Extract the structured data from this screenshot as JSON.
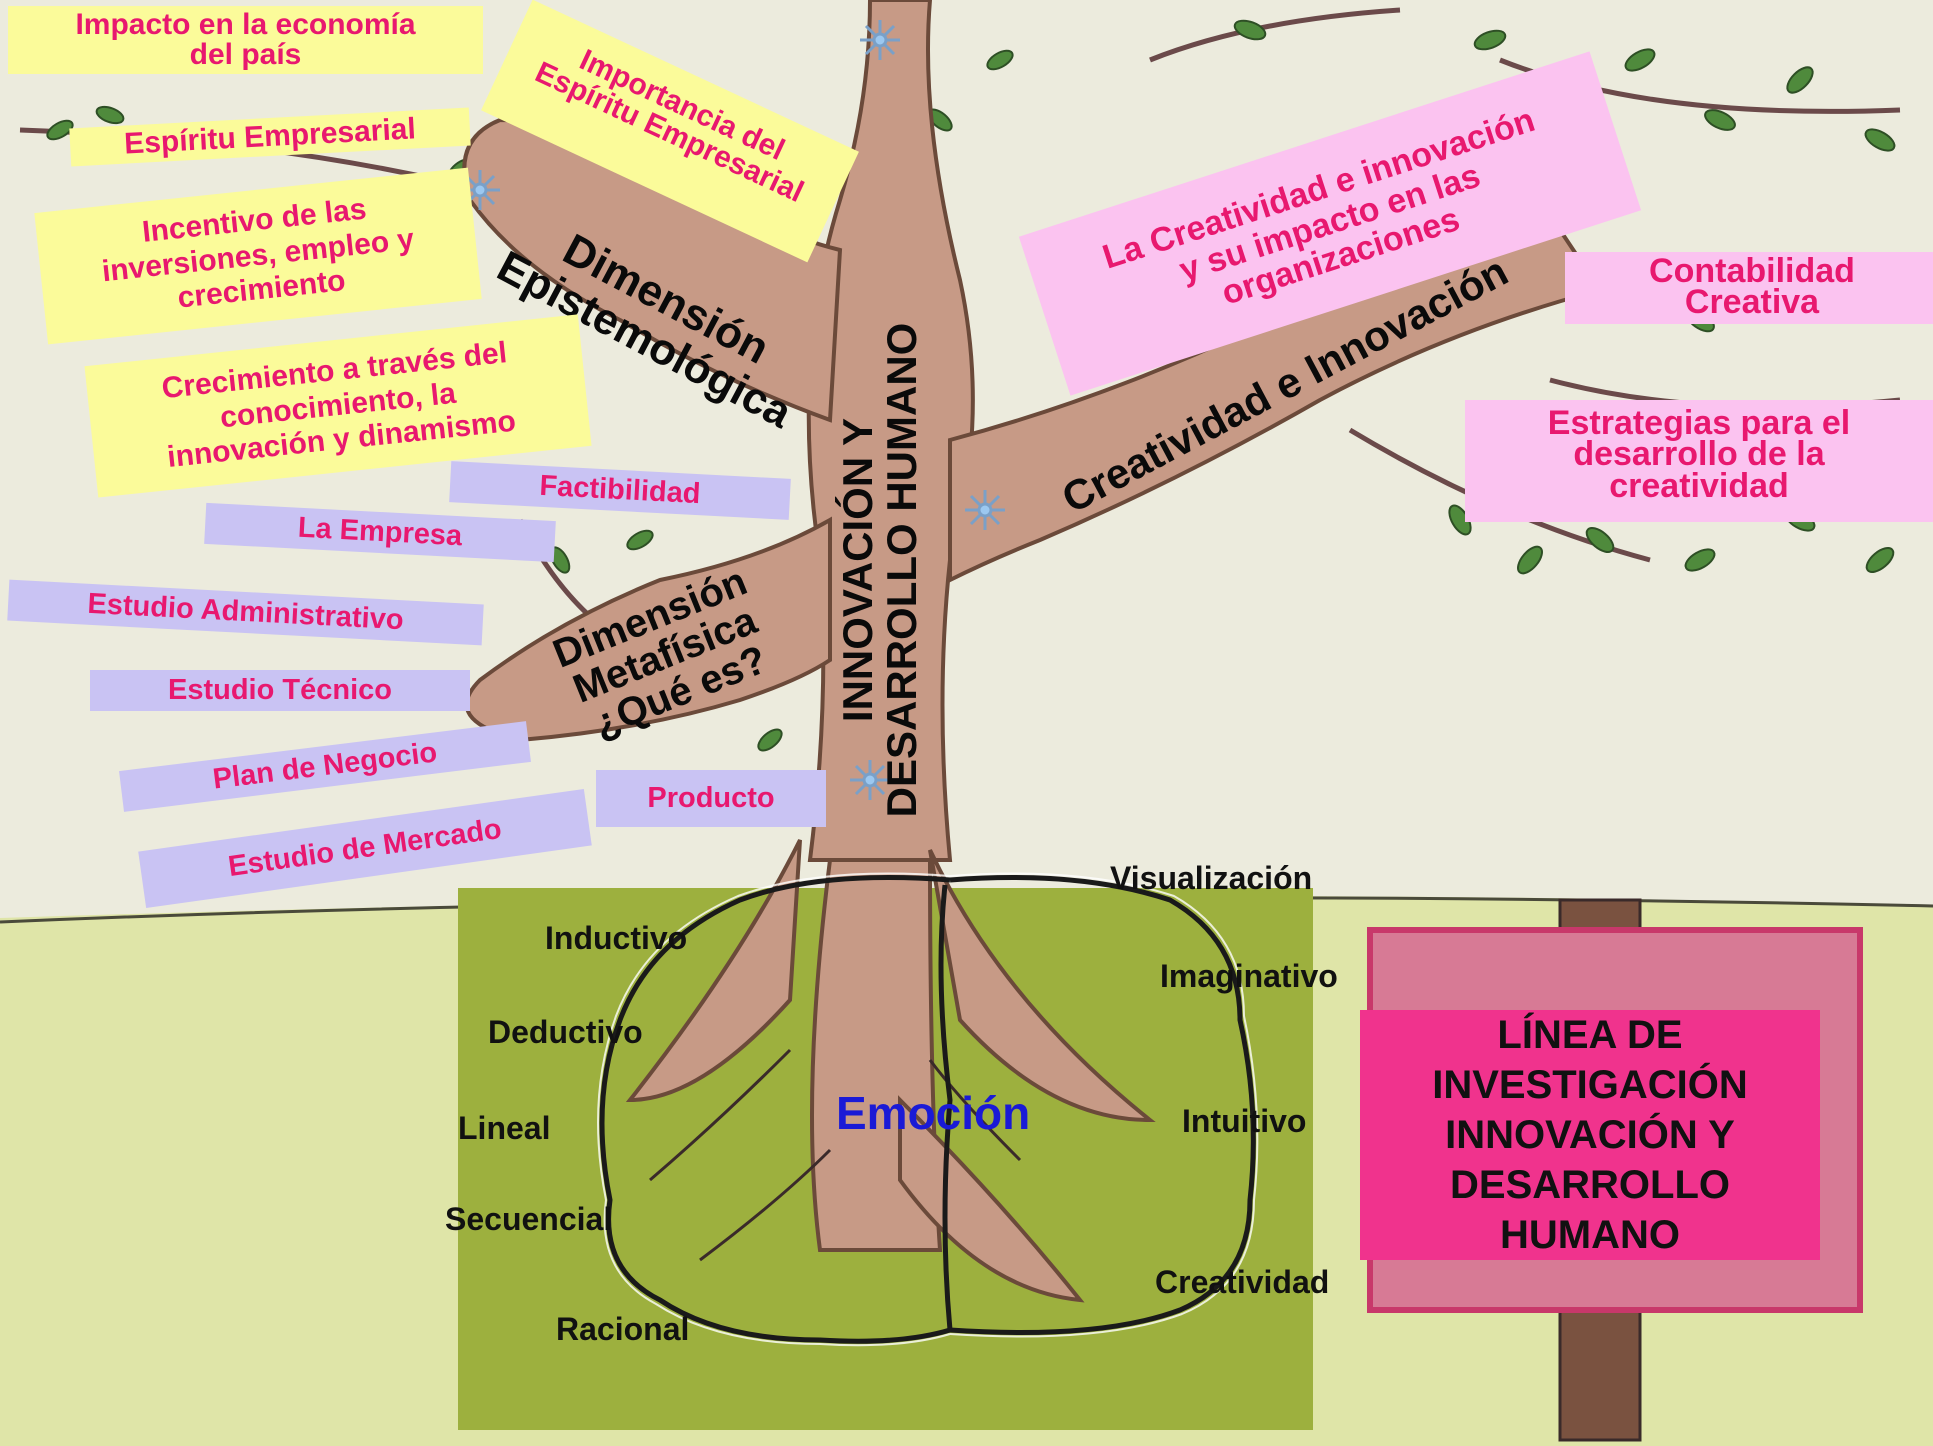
{
  "colors": {
    "sky": "#ecebdd",
    "grass": "#dfe5a8",
    "ground_panel": "#9db03e",
    "trunk": "#c79a86",
    "yellow_note": "#fbfb9a",
    "pink_note": "#fbc3f0",
    "lavender_note": "#c9c3f3",
    "label_text": "#e8186f",
    "sign_panel": "#f0338d",
    "sign_border": "#c8386a",
    "emotion_text": "#1a1ad6"
  },
  "trunk_label": "INNOVACIÓN Y\nDESARROLLO HUMANO",
  "branches": {
    "epistemologica": "Dimensión\nEpistemológica",
    "metafisica": "Dimensión\nMetafísica\n¿Qué es?",
    "creatividad": "Creatividad e Innovación"
  },
  "yellow_notes": [
    "Impacto en la economía\ndel país",
    "Espíritu Empresarial",
    "Importancia del\nEspíritu Empresarial",
    "Incentivo de las\ninversiones, empleo y\ncrecimiento",
    "Crecimiento a través del\nconocimiento, la\ninnovación y dinamismo"
  ],
  "pink_notes": [
    "La Creatividad e innovación\ny su impacto en las\norganizaciones",
    "Contabilidad\nCreativa",
    "Estrategias para el\ndesarrollo de la\ncreatividad"
  ],
  "lavender_notes": [
    "Factibilidad",
    "La Empresa",
    "Estudio Administrativo",
    "Estudio Técnico",
    "Plan de Negocio",
    "Producto",
    "Estudio de Mercado"
  ],
  "left_brain": [
    "Inductivo",
    "Deductivo",
    "Lineal",
    "Secuencial",
    "Racional"
  ],
  "right_brain": [
    "Visualización",
    "Imaginativo",
    "Intuitivo",
    "Creatividad"
  ],
  "center_label": "Emoción",
  "sign_text": "LÍNEA DE\nINVESTIGACIÓN\nINNOVACIÓN Y\nDESARROLLO\nHUMANO"
}
